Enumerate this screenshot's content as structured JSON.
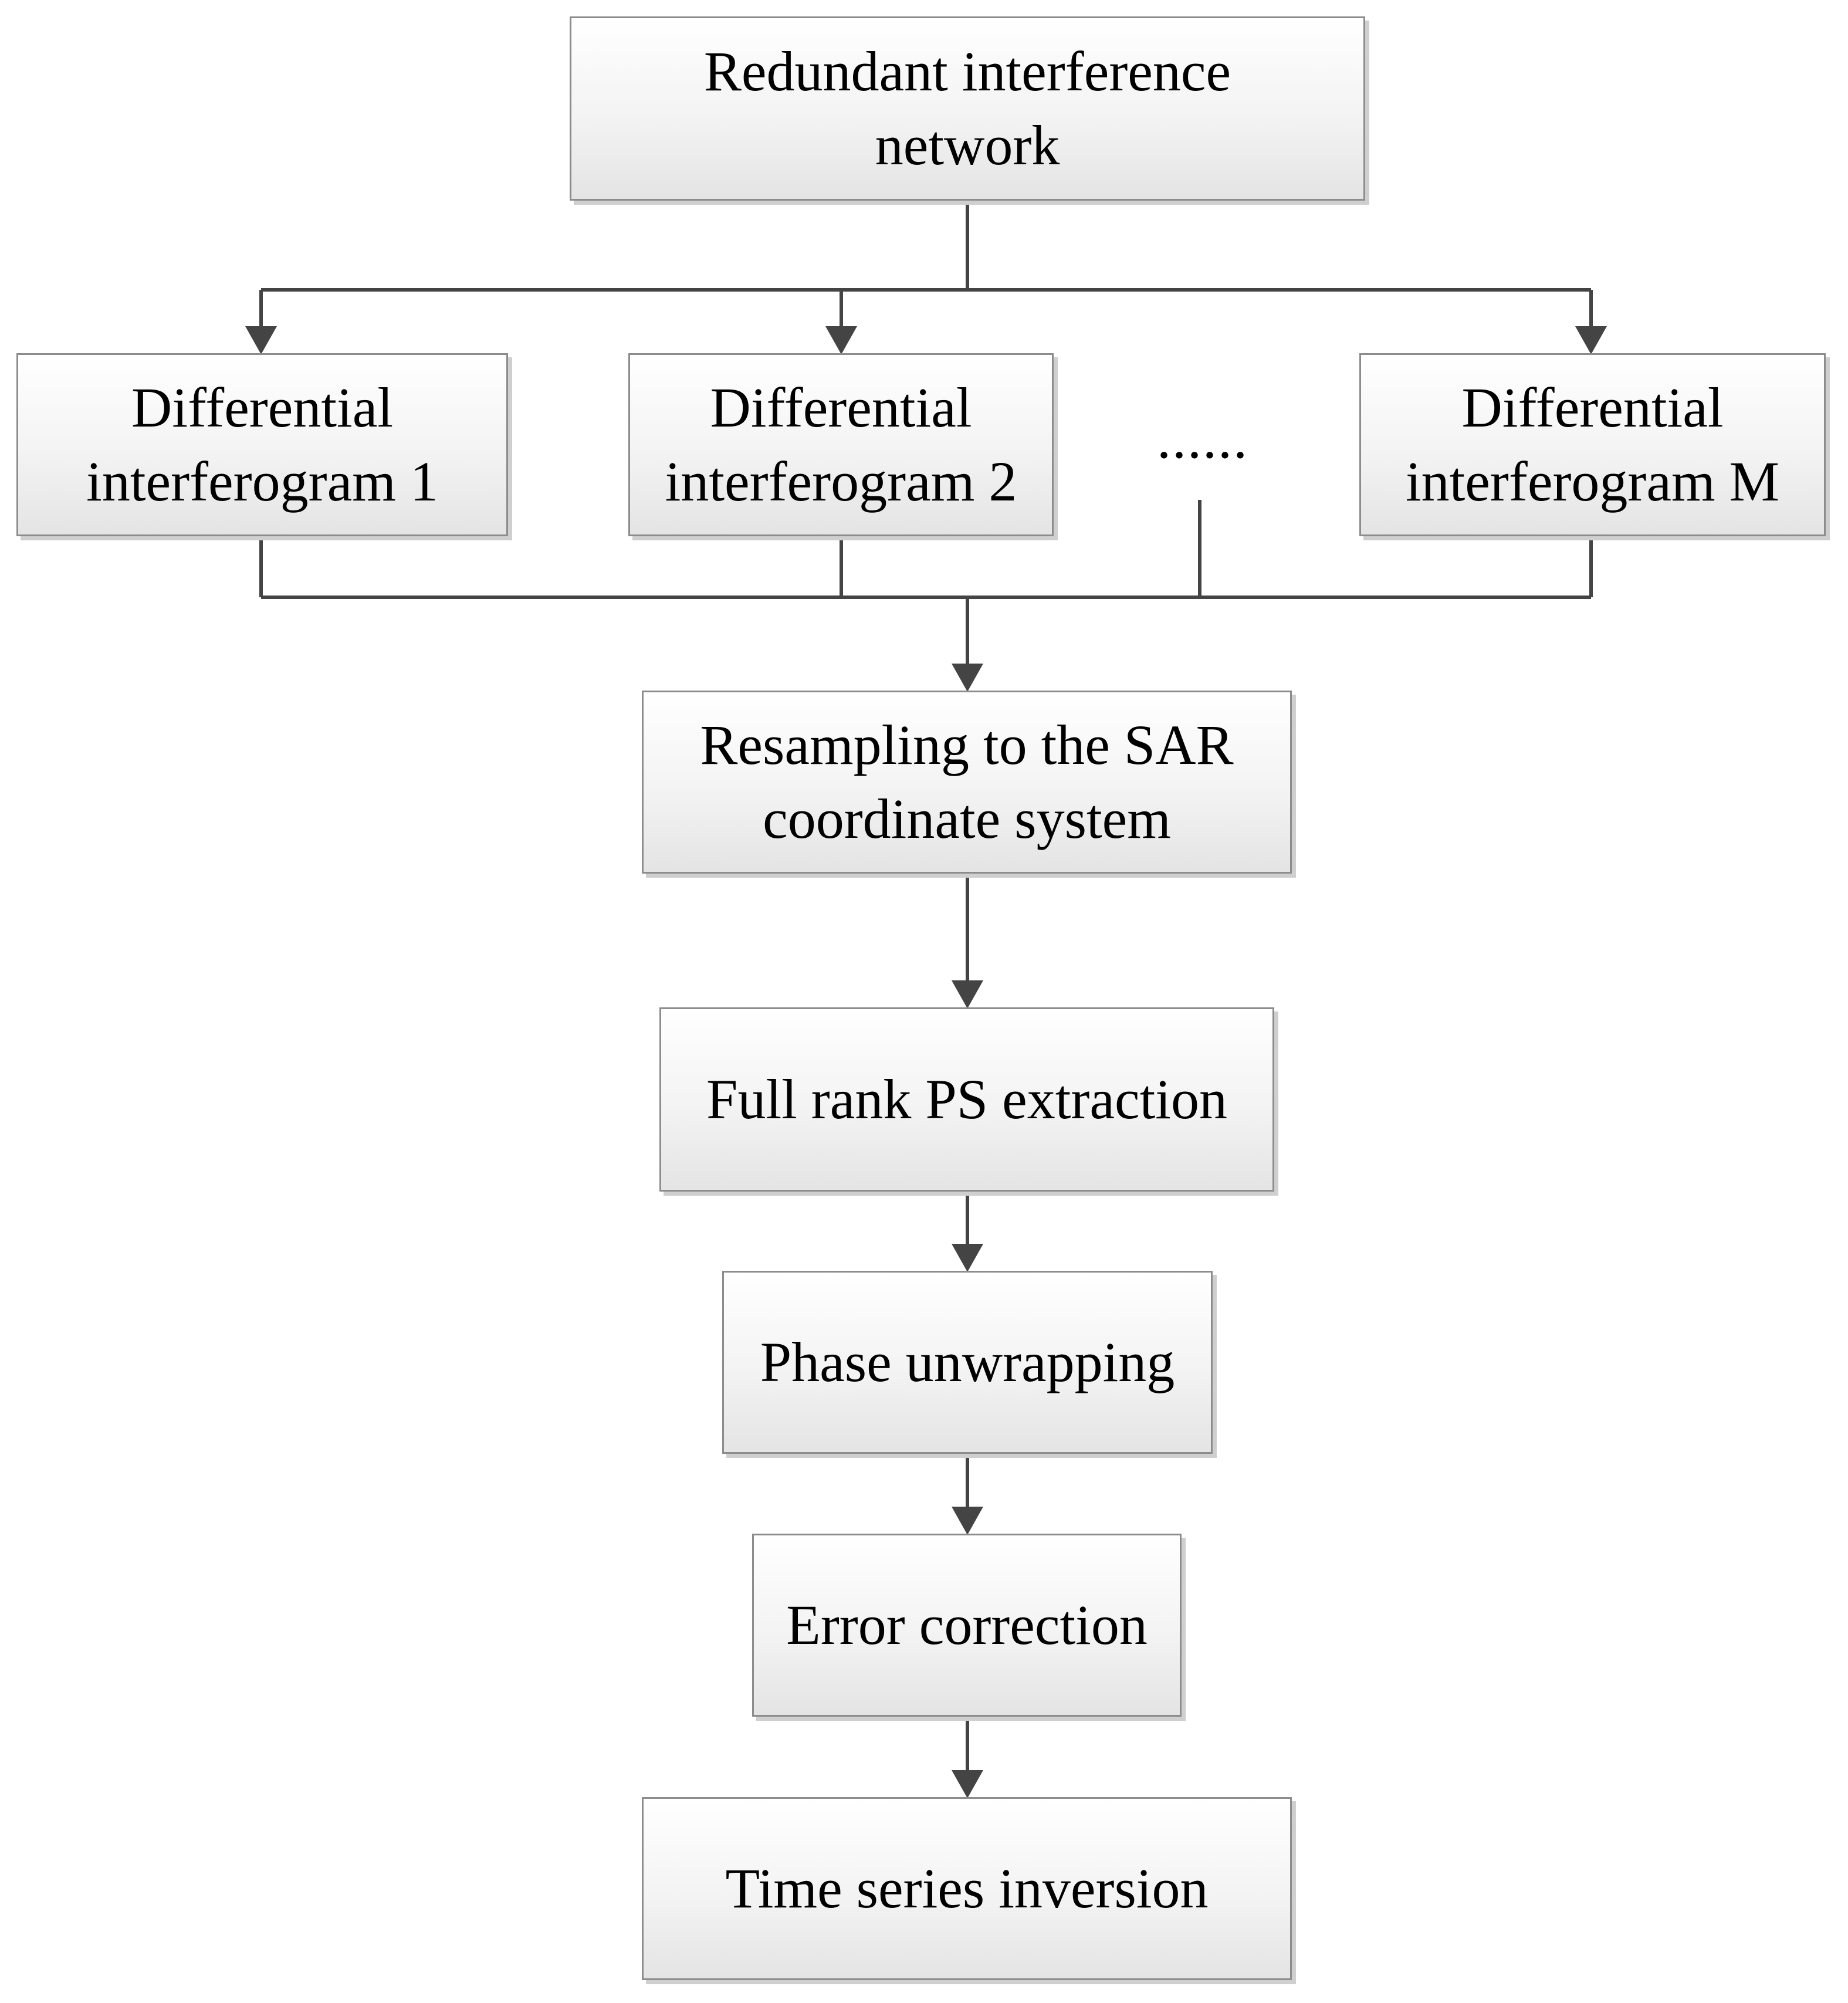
{
  "nodes": {
    "redundant_network": "Redundant interference\nnetwork",
    "diff_1": "Differential\ninterferogram  1",
    "diff_2": "Differential\ninterferogram 2",
    "ellipsis": "......",
    "diff_m": "Differential\ninterferogram M",
    "resampling": "Resampling to the SAR\ncoordinate system",
    "full_rank": "Full rank PS extraction",
    "phase_unwrapping": "Phase unwrapping",
    "error_correction": "Error correction",
    "time_series": "Time series inversion"
  },
  "colors": {
    "line": "#444444",
    "box_border": "#8c8c8c",
    "box_fill_top": "#ffffff",
    "box_fill_bottom": "#e4e4e4"
  }
}
